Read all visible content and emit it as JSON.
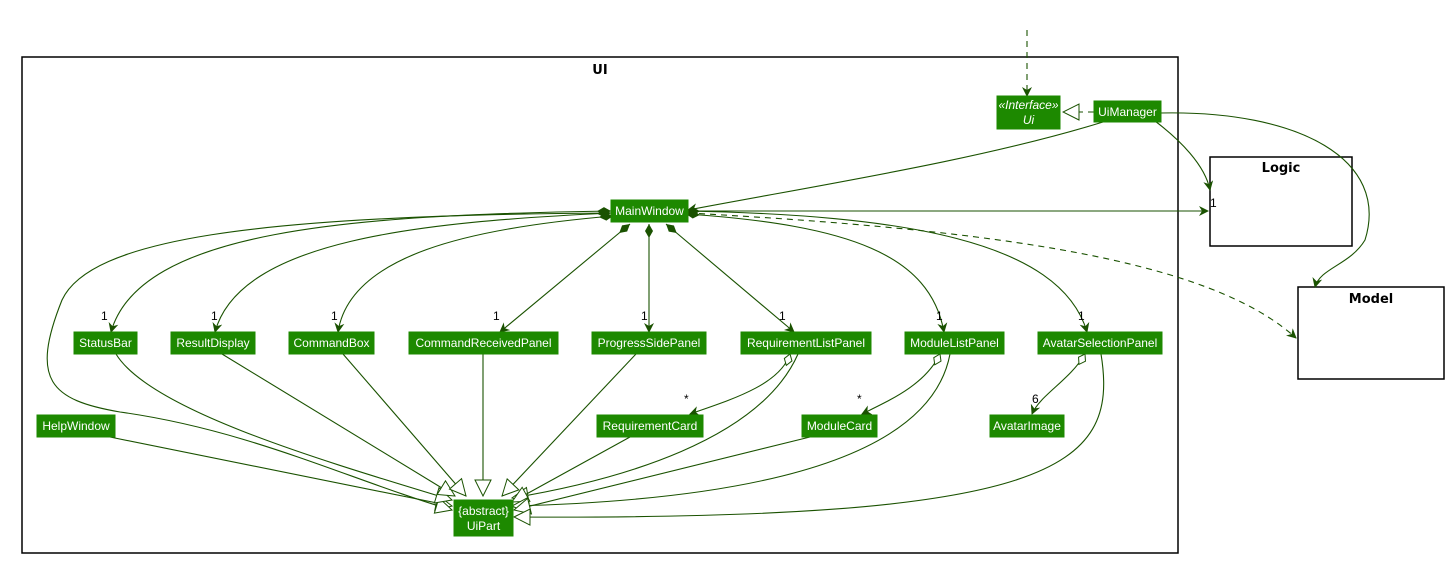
{
  "packages": {
    "ui": "UI",
    "logic": "Logic",
    "model": "Model"
  },
  "classes": {
    "ui_interface_stereotype": "«Interface»",
    "ui_interface_name": "Ui",
    "ui_manager": "UiManager",
    "main_window": "MainWindow",
    "status_bar": "StatusBar",
    "result_display": "ResultDisplay",
    "command_box": "CommandBox",
    "command_received_panel": "CommandReceivedPanel",
    "progress_side_panel": "ProgressSidePanel",
    "requirement_list_panel": "RequirementListPanel",
    "module_list_panel": "ModuleListPanel",
    "avatar_selection_panel": "AvatarSelectionPanel",
    "help_window": "HelpWindow",
    "requirement_card": "RequirementCard",
    "module_card": "ModuleCard",
    "avatar_image": "AvatarImage",
    "ui_part_stereotype": "{abstract}",
    "ui_part_name": "UiPart"
  },
  "multiplicities": {
    "logic": "1",
    "status_bar": "1",
    "result_display": "1",
    "command_box": "1",
    "command_received_panel": "1",
    "progress_side_panel": "1",
    "requirement_list_panel": "1",
    "module_list_panel": "1",
    "avatar_selection_panel": "1",
    "requirement_card": "*",
    "module_card": "*",
    "avatar_image": "6"
  },
  "colors": {
    "class_fill": "#1d8900",
    "edge": "#1a5200",
    "package_border": "#000000"
  }
}
